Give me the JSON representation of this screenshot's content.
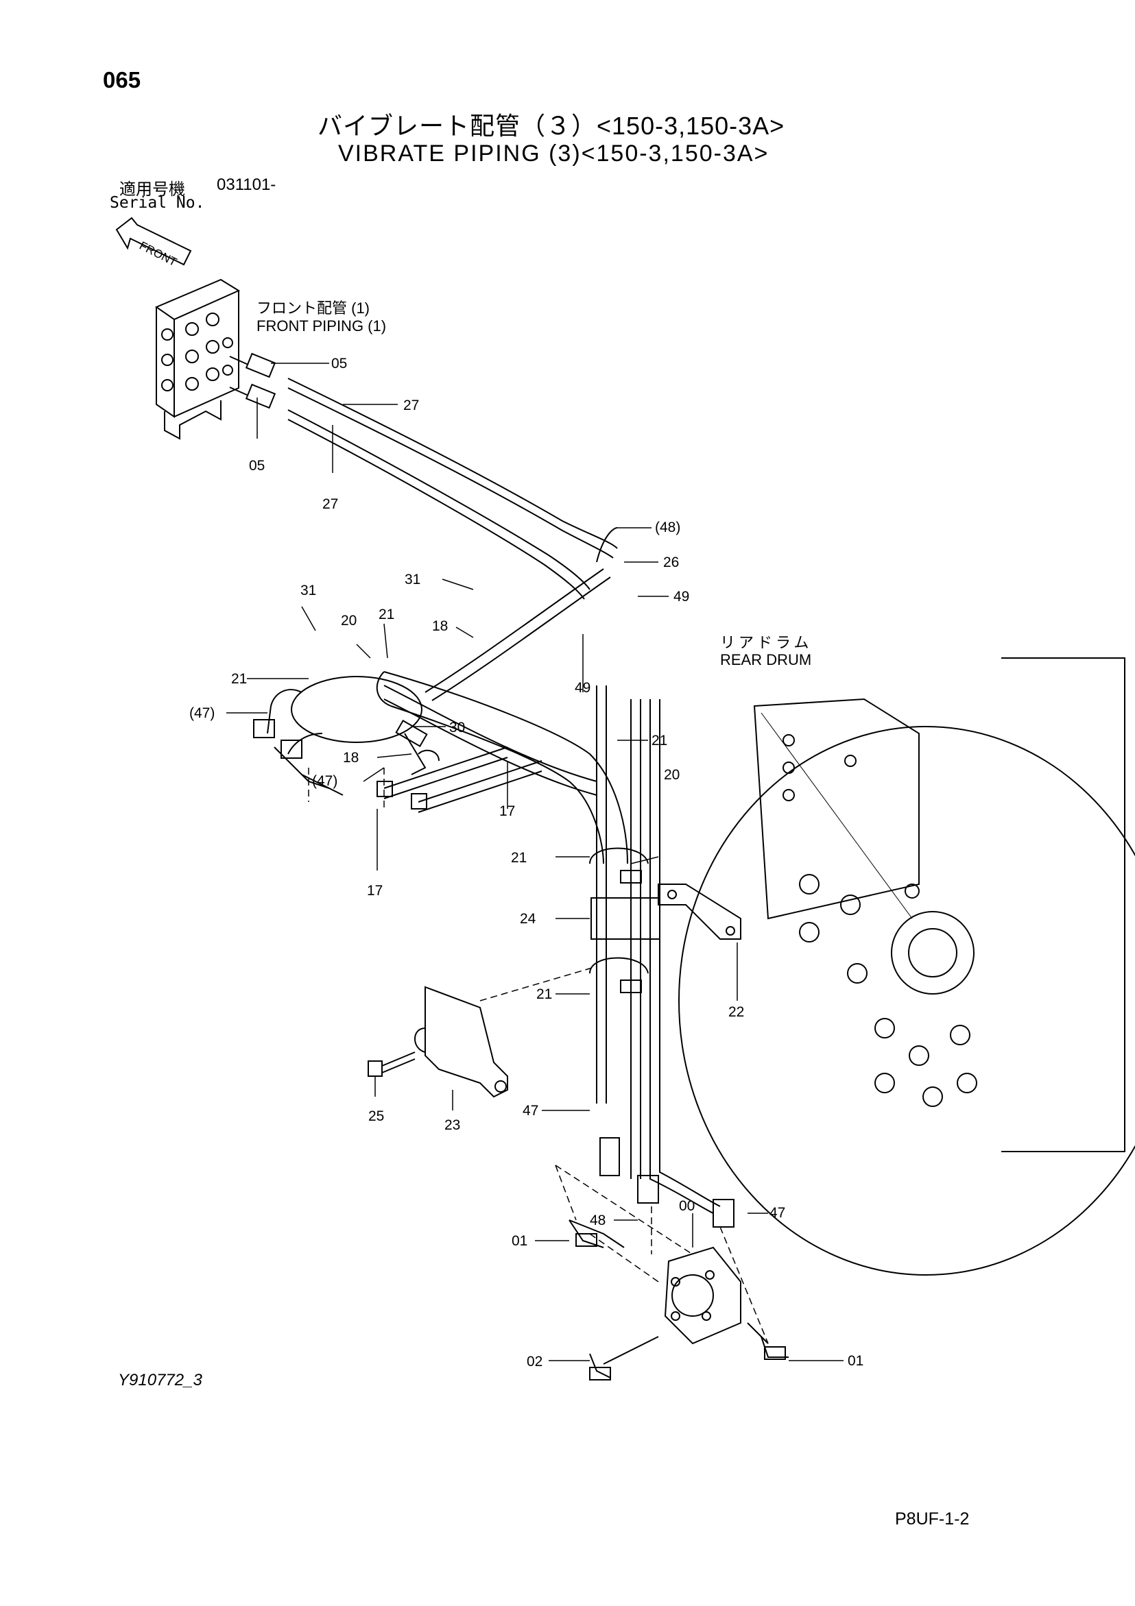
{
  "header": {
    "page_number": "065",
    "title_jp": "バイブレート配管（３）<150-3,150-3A>",
    "title_en": "VIBRATE PIPING (3)<150-3,150-3A>",
    "serial_label_jp": "適用号機",
    "serial_value": "031101-",
    "serial_label_en": "Serial No."
  },
  "annotations": {
    "front_arrow": "FRONT",
    "front_piping_jp": "フロント配管 (1)",
    "front_piping_en": "FRONT PIPING (1)",
    "rear_drum_jp": "リアドラム",
    "rear_drum_en": "REAR DRUM"
  },
  "callouts": [
    "05",
    "27",
    "05",
    "27",
    "(48)",
    "26",
    "31",
    "49",
    "31",
    "20",
    "21",
    "18",
    "49",
    "21",
    "(47)",
    "30",
    "21",
    "18",
    "(47)",
    "17",
    "20",
    "17",
    "21",
    "24",
    "22",
    "21",
    "25",
    "23",
    "47",
    "48",
    "00",
    "47",
    "01",
    "02",
    "01"
  ],
  "footer": {
    "figure_code": "Y910772_3",
    "document_code": "P8UF-1-2"
  }
}
